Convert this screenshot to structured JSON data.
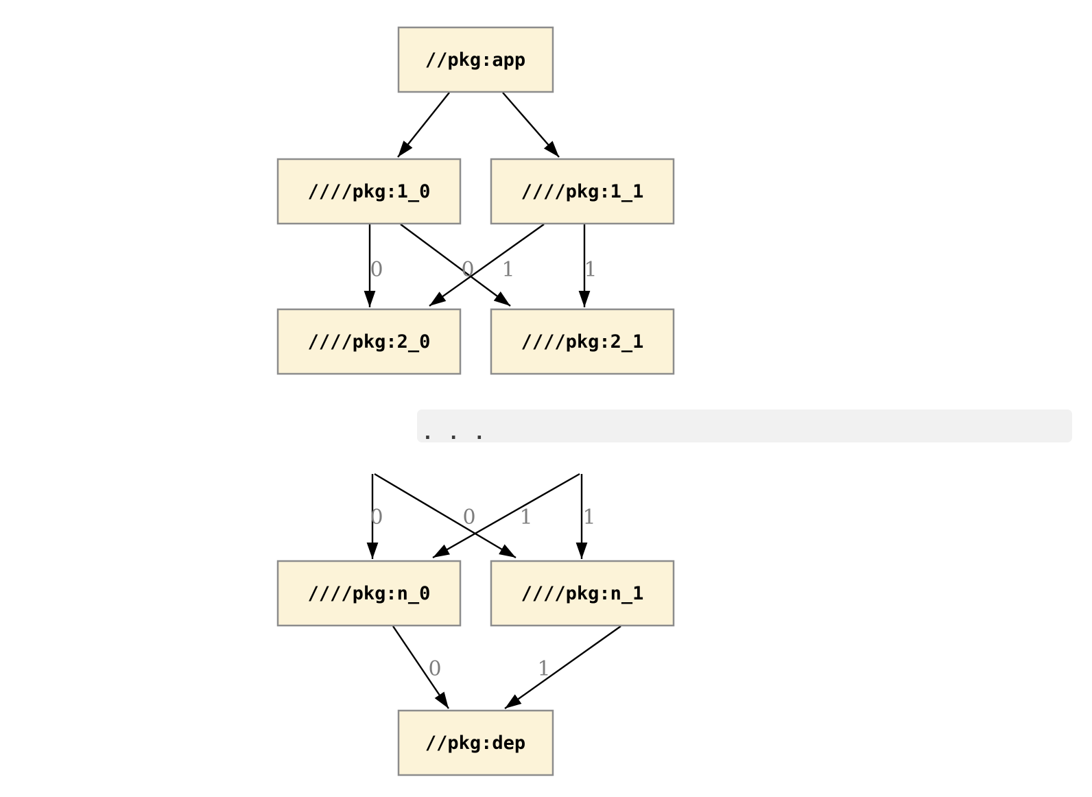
{
  "diagram": {
    "type": "dependency-graph",
    "direction": "top-down",
    "colors": {
      "node_fill": "#fcf3d8",
      "node_border": "#8c8c8c",
      "edge": "#000000",
      "edge_label": "#7d7d7d",
      "ellipsis_background": "#f1f1f1",
      "background": "#ffffff"
    },
    "nodes": {
      "app": {
        "label": "//pkg:app"
      },
      "l1_0": {
        "label": "////pkg:1_0"
      },
      "l1_1": {
        "label": "////pkg:1_1"
      },
      "l2_0": {
        "label": "////pkg:2_0"
      },
      "l2_1": {
        "label": "////pkg:2_1"
      },
      "n_0": {
        "label": "////pkg:n_0"
      },
      "n_1": {
        "label": "////pkg:n_1"
      },
      "dep": {
        "label": "//pkg:dep"
      }
    },
    "ellipsis": {
      "text": ". . ."
    },
    "edges": [
      {
        "from": "//pkg:app",
        "to": "////pkg:1_0",
        "label": ""
      },
      {
        "from": "//pkg:app",
        "to": "////pkg:1_1",
        "label": ""
      },
      {
        "from": "////pkg:1_0",
        "to": "////pkg:2_0",
        "label": "0"
      },
      {
        "from": "////pkg:1_1",
        "to": "////pkg:2_0",
        "label": "1"
      },
      {
        "from": "////pkg:1_0",
        "to": "////pkg:2_1",
        "label": "0"
      },
      {
        "from": "////pkg:1_1",
        "to": "////pkg:2_1",
        "label": "1"
      },
      {
        "from": "...",
        "to": "////pkg:n_0",
        "label": "0"
      },
      {
        "from": "...",
        "to": "////pkg:n_0",
        "label": "1"
      },
      {
        "from": "...",
        "to": "////pkg:n_1",
        "label": "0"
      },
      {
        "from": "...",
        "to": "////pkg:n_1",
        "label": "1"
      },
      {
        "from": "////pkg:n_0",
        "to": "//pkg:dep",
        "label": "0"
      },
      {
        "from": "////pkg:n_1",
        "to": "//pkg:dep",
        "label": "1"
      }
    ]
  }
}
